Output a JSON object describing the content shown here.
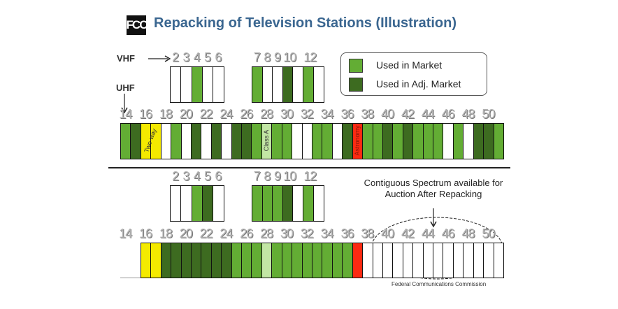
{
  "header": {
    "logo_text": "FCC",
    "title": "Repacking of Television Stations (Illustration)"
  },
  "labels": {
    "vhf": "VHF",
    "uhf": "UHF"
  },
  "legend": [
    {
      "label": "Used in Market",
      "color": "#63ad34"
    },
    {
      "label": "Used in Adj. Market",
      "color": "#3d6b20"
    }
  ],
  "colors": {
    "L": "#63ad34",
    "D": "#3d6b20",
    "W": "#ffffff",
    "Y": "#f4ea00",
    "P": "#c2e6a4",
    "R": "#fc2a12"
  },
  "before": {
    "vhf_low": {
      "labels": [
        "2",
        "3",
        "4",
        "5",
        "6"
      ],
      "cells": [
        "W",
        "W",
        "L",
        "W",
        "W"
      ]
    },
    "vhf_high": {
      "labels": [
        "7",
        "8",
        "9",
        "10",
        "",
        "12",
        ""
      ],
      "cells": [
        "L",
        "W",
        "W",
        "D",
        "W",
        "L",
        "W"
      ]
    },
    "uhf": {
      "first_channel": 14,
      "cells": [
        "L",
        "D",
        "Y",
        "Y",
        "W",
        "L",
        "W",
        "D",
        "W",
        "D",
        "W",
        "D",
        "D",
        "L",
        "P",
        "L",
        "L",
        "W",
        "W",
        "L",
        "L",
        "W",
        "D",
        "R",
        "L",
        "L",
        "D",
        "L",
        "D",
        "L",
        "L",
        "L",
        "W",
        "L",
        "W",
        "D",
        "D",
        "L"
      ],
      "cell_text": {
        "16": "Two-way",
        "28": "Class A",
        "37": "Astronomy"
      }
    }
  },
  "after": {
    "vhf_low": {
      "labels": [
        "2",
        "3",
        "4",
        "5",
        "6"
      ],
      "cells": [
        "W",
        "W",
        "L",
        "D",
        "W"
      ]
    },
    "vhf_high": {
      "labels": [
        "7",
        "8",
        "9",
        "10",
        "",
        "12",
        ""
      ],
      "cells": [
        "L",
        "L",
        "L",
        "D",
        "W",
        "L",
        "W"
      ]
    },
    "uhf": {
      "first_channel": 14,
      "cells": [
        "",
        "",
        "Y",
        "Y",
        "D",
        "D",
        "D",
        "D",
        "D",
        "D",
        "D",
        "L",
        "L",
        "L",
        "P",
        "L",
        "L",
        "L",
        "L",
        "L",
        "L",
        "L",
        "L",
        "R",
        "W",
        "W",
        "W",
        "W",
        "W",
        "W",
        "W",
        "W",
        "W",
        "W",
        "W",
        "W",
        "W",
        "W"
      ]
    }
  },
  "uhf_tick_labels": [
    "14",
    "16",
    "18",
    "20",
    "22",
    "24",
    "26",
    "28",
    "30",
    "32",
    "34",
    "36",
    "38",
    "40",
    "42",
    "44",
    "46",
    "48",
    "50"
  ],
  "annotation": "Contiguous Spectrum available for Auction After Repacking",
  "footer": "Federal Communications Commission"
}
